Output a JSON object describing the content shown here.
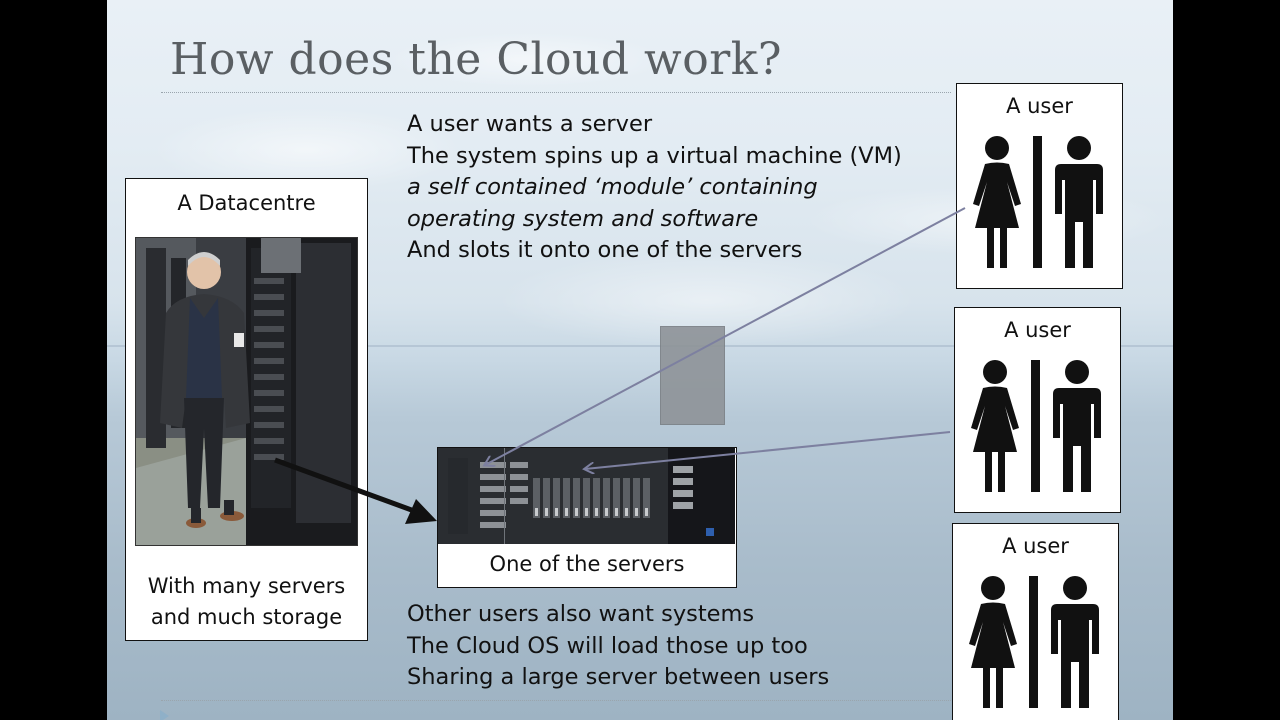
{
  "slide": {
    "title": "How does the Cloud work?",
    "intro_lines": [
      "A user wants a server",
      "The system spins up a virtual machine (VM)",
      "a self contained ‘module’ containing",
      "operating system and software",
      "And slots it onto one of the servers"
    ],
    "outro_lines": [
      "Other users also want systems",
      "The Cloud OS will load those up too",
      "Sharing a large server between users"
    ]
  },
  "datacentre": {
    "title": "A Datacentre",
    "caption_line1": "With many servers",
    "caption_line2": "and much storage"
  },
  "server": {
    "caption": "One of the servers"
  },
  "users": [
    {
      "label": "A user"
    },
    {
      "label": "A user"
    },
    {
      "label": "A user"
    }
  ],
  "colors": {
    "arrow_black": "#111111",
    "arrow_light": "#7d80a0",
    "vm_block": "#8e9398"
  }
}
